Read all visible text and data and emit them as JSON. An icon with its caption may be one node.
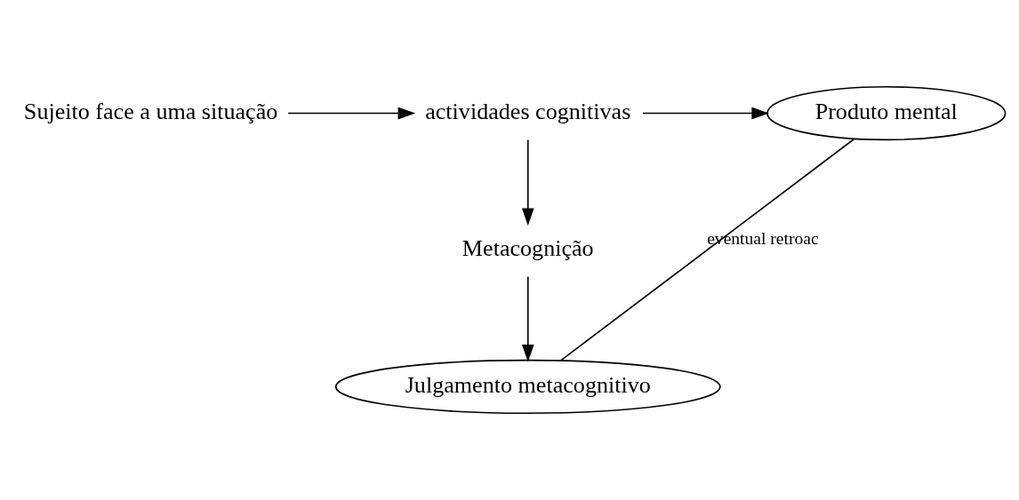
{
  "diagram": {
    "nodes": [
      {
        "text": [
          "Sujeito face a uma situação"
        ]
      },
      {
        "text": [
          "actividades cognitivas"
        ]
      },
      {
        "text": [
          "Produto mental"
        ]
      },
      {
        "text": [
          "Metacognição"
        ]
      },
      {
        "text": [
          "Julgamento metacognitivo"
        ]
      }
    ],
    "edges": [
      {
        "from": 0,
        "to": 1,
        "arrow": "to"
      },
      {
        "from": 1,
        "to": 2,
        "arrow": "to"
      },
      {
        "from": 1,
        "to": 3,
        "arrow": "to"
      },
      {
        "from": 3,
        "to": 4,
        "arrow": "to"
      },
      {
        "from": 4,
        "to": 2,
        "arrow": "none",
        "label": "eventual retroac"
      }
    ]
  }
}
